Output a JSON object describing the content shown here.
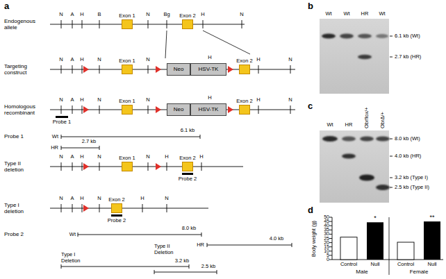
{
  "diagram": {
    "nodes": [
      {
        "text": [
          "Exon 1"
        ]
      },
      {
        "text": [
          "Exon 2"
        ]
      },
      {
        "text": [
          "Exon 1"
        ]
      },
      {
        "text": [
          "Neo"
        ]
      },
      {
        "text": [
          "HSV-TK"
        ]
      },
      {
        "text": [
          "Exon 2"
        ]
      },
      {
        "text": [
          "Exon 1"
        ]
      },
      {
        "text": [
          "Neo"
        ]
      },
      {
        "text": [
          "HSV-TK"
        ]
      },
      {
        "text": [
          "Exon 2"
        ]
      },
      {
        "text": [
          "Exon 1"
        ]
      },
      {
        "text": [
          "Exon 2"
        ]
      },
      {
        "text": [
          "Exon 2"
        ]
      }
    ],
    "labels": [
      "a",
      "N",
      "A",
      "H",
      "B",
      "N",
      "Bg",
      "H",
      "N",
      "Endogenous allele",
      "Targeting construct",
      "N",
      "A",
      "H",
      "N",
      "N",
      "H",
      "H",
      "N",
      "Homologous recombinant",
      "N",
      "A",
      "H",
      "N",
      "N",
      "H",
      "H",
      "N",
      "Probe 1",
      "Probe 1",
      "Wt",
      "6.1 kb",
      "HR",
      "2.7 kb",
      "Type II deletion",
      "N",
      "A",
      "H",
      "N",
      "N",
      "H",
      "H",
      "Probe 2",
      "Type I deletion",
      "N",
      "A",
      "H",
      "N",
      "H",
      "N",
      "Probe 2",
      "Probe 2",
      "Wt",
      "8.0 kb",
      "HR",
      "4.0 kb",
      "Type I Deletion",
      "3.2 kb",
      "Type II Deletion",
      "2.5 kb",
      "b",
      "Wt",
      "Wt",
      "HR",
      "Wt",
      "6.1 kb (Wt)",
      "2.7 kb (HR)",
      "c",
      "Wt",
      "HR",
      "Obrflox/+",
      "ObrΔ/+",
      "8.0 kb (Wt)",
      "4.0 kb (HR)",
      "3.2 kb (Type I)",
      "2.5 kb (Type II)",
      "d",
      "0",
      "5",
      "10",
      "15",
      "20",
      "25",
      "30",
      "35",
      "40",
      "45",
      "50",
      "Body weight (g)",
      "*",
      "**",
      "Control",
      "Null",
      "Control",
      "Null",
      "Male",
      "Female"
    ]
  }
}
